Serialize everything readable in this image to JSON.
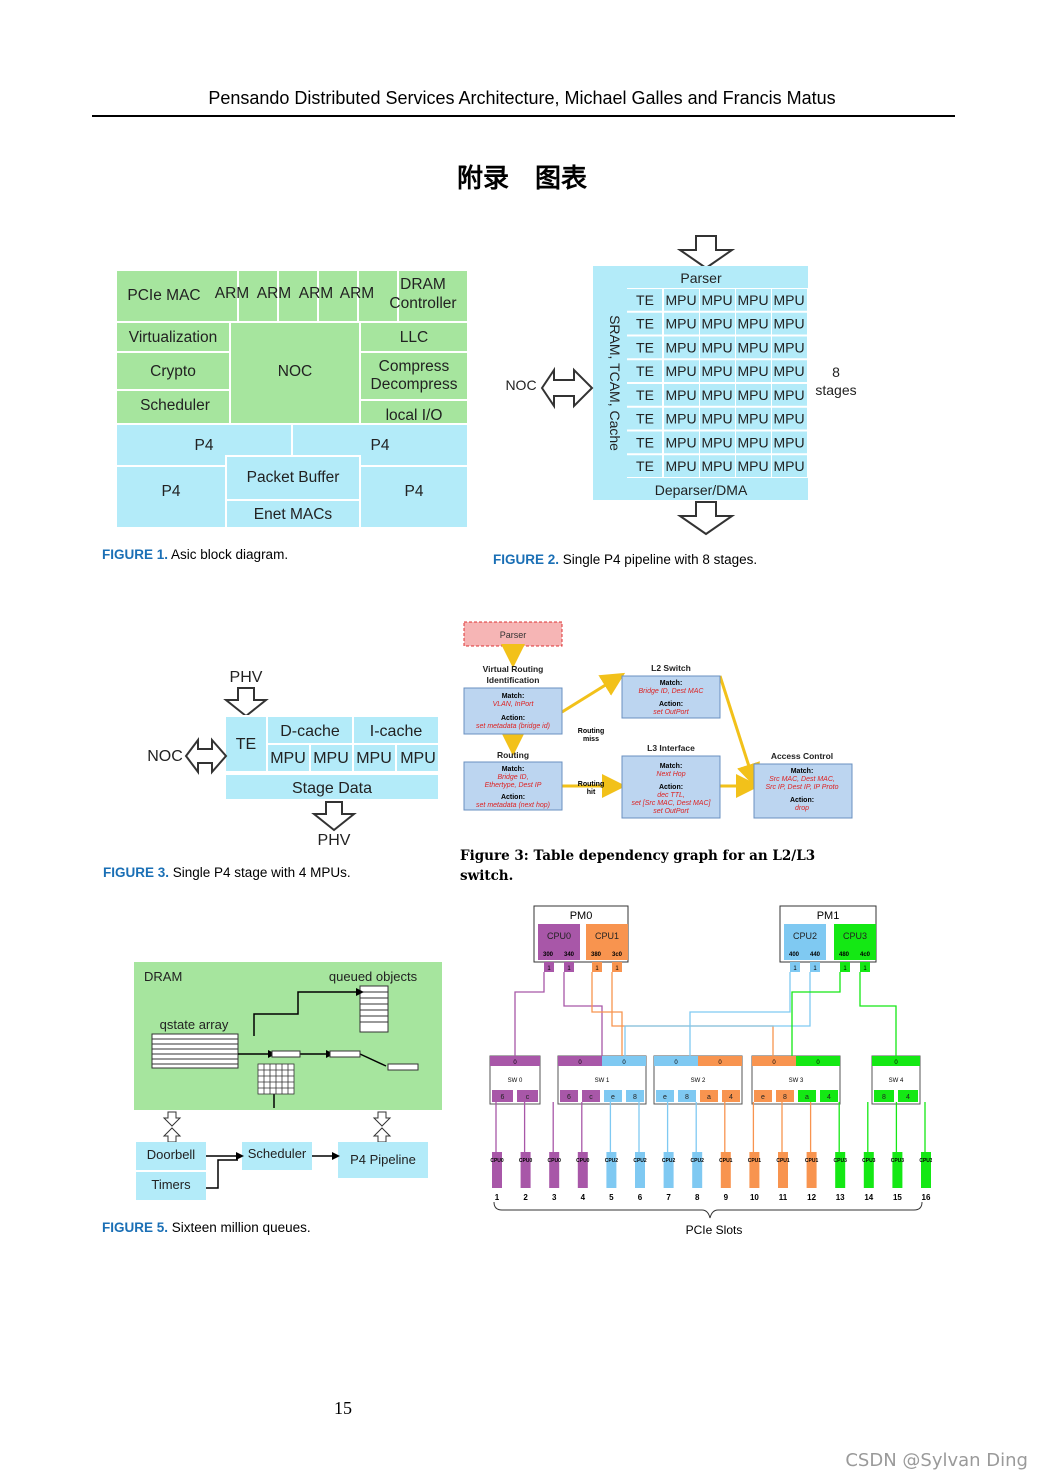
{
  "header": {
    "running_title": "Pensando Distributed Services Architecture, Michael Galles and Francis Matus"
  },
  "page_title": "附录　图表",
  "page_number": "15",
  "watermark": "CSDN @Sylvan Ding",
  "colors": {
    "green": "#a6e59e",
    "cyan": "#b3ebf9",
    "caption_blue": "#1a6fb5",
    "purple": "#a857a8",
    "orange": "#f8944f",
    "lightblue": "#7fc9f2",
    "brightgreen": "#14e814",
    "pink": "#f6b5b5",
    "yellow": "#f2c11a",
    "table_blue": "#bcd5f0"
  },
  "fig1": {
    "caption_label": "FIGURE 1.",
    "caption_text": " Asic block diagram.",
    "pcie_mac": "PCIe MAC",
    "arm": "ARM",
    "dram1": "DRAM",
    "dram2": "Controller",
    "virtualization": "Virtualization",
    "crypto": "Crypto",
    "scheduler": "Scheduler",
    "noc": "NOC",
    "llc": "LLC",
    "compress": "Compress",
    "decompress": "Decompress",
    "local_io": "local I/O",
    "p4": "P4",
    "packet_buffer": "Packet Buffer",
    "enet_macs": "Enet MACs"
  },
  "fig2": {
    "caption_label": "FIGURE 2.",
    "caption_text": " Single P4 pipeline with 8 stages.",
    "parser": "Parser",
    "sram": "SRAM, TCAM, Cache",
    "te": "TE",
    "mpu": "MPU",
    "deparser": "Deparser/DMA",
    "noc": "NOC",
    "stages_n": "8",
    "stages_label": "stages",
    "stage_count": 8,
    "mpu_per_stage": 4
  },
  "fig3": {
    "caption_label": "FIGURE 3.",
    "caption_text": " Single P4 stage with 4 MPUs.",
    "phv_in": "PHV",
    "phv_out": "PHV",
    "noc": "NOC",
    "te": "TE",
    "dcache": "D-cache",
    "icache": "I-cache",
    "mpu": "MPU",
    "stage_data": "Stage Data"
  },
  "fig_table": {
    "caption": "Figure 3:  Table dependency graph for an L2/L3 switch.",
    "parser": "Parser",
    "vri_title1": "Virtual Routing",
    "vri_title2": "Identification",
    "vri_match_label": "Match:",
    "vri_match": "VLAN, InPort",
    "vri_action_label": "Action:",
    "vri_action": "set metadata (bridge id)",
    "l2_title": "L2 Switch",
    "l2_match_label": "Match:",
    "l2_match": "Bridge ID, Dest MAC",
    "l2_action_label": "Action:",
    "l2_action": "set OutPort",
    "routing_title": "Routing",
    "routing_match_label": "Match:",
    "routing_match1": "Bridge ID,",
    "routing_match2": "Ethertype, Dest IP",
    "routing_action_label": "Action:",
    "routing_action": "set metadata (next hop)",
    "l3_title": "L3 Interface",
    "l3_match_label": "Match:",
    "l3_match": "Next Hop",
    "l3_action_label": "Action:",
    "l3_action1": "dec TTL,",
    "l3_action2": "set [Src MAC, Dest MAC]",
    "l3_action3": "set OutPort",
    "acl_title": "Access Control",
    "acl_match_label": "Match:",
    "acl_match1": "Src MAC, Dest MAC,",
    "acl_match2": "Src IP, Dest IP, IP Proto",
    "acl_action_label": "Action:",
    "acl_action": "drop",
    "routing_miss1": "Routing",
    "routing_miss2": "miss",
    "routing_hit1": "Routing",
    "routing_hit2": "hit"
  },
  "fig5": {
    "caption_label": "FIGURE 5.",
    "caption_text": " Sixteen million queues.",
    "dram": "DRAM",
    "queued_objects": "queued objects",
    "qstate_array": "qstate array",
    "doorbell": "Doorbell",
    "timers": "Timers",
    "scheduler": "Scheduler",
    "p4_pipeline": "P4 Pipeline"
  },
  "fig_pcie": {
    "pm0": "PM0",
    "pm1": "PM1",
    "cpus": [
      {
        "label": "CPU0",
        "a": "300",
        "b": "340"
      },
      {
        "label": "CPU1",
        "a": "380",
        "b": "3c0"
      },
      {
        "label": "CPU2",
        "a": "400",
        "b": "440"
      },
      {
        "label": "CPU3",
        "a": "480",
        "b": "4c0"
      }
    ],
    "switches": [
      {
        "label": "SW 0",
        "ports": [
          "6",
          "c"
        ]
      },
      {
        "label": "SW 1",
        "ports": [
          "6",
          "c",
          "e",
          "8"
        ]
      },
      {
        "label": "SW 2",
        "ports": [
          "e",
          "8",
          "a",
          "4"
        ]
      },
      {
        "label": "SW 3",
        "ports": [
          "e",
          "8",
          "a",
          "4"
        ]
      },
      {
        "label": "SW 4",
        "ports": [
          "8",
          "4"
        ]
      }
    ],
    "slots": [
      "1",
      "2",
      "3",
      "4",
      "5",
      "6",
      "7",
      "8",
      "9",
      "10",
      "11",
      "12",
      "13",
      "14",
      "15",
      "16"
    ],
    "slot_cpu": [
      "CPU0",
      "CPU0",
      "CPU0",
      "CPU0",
      "CPU2",
      "CPU2",
      "CPU2",
      "CPU2",
      "CPU1",
      "CPU1",
      "CPU1",
      "CPU1",
      "CPU3",
      "CPU3",
      "CPU3",
      "CPU3"
    ],
    "one": "1",
    "zero": "0",
    "pcie_slots": "PCIe Slots"
  }
}
